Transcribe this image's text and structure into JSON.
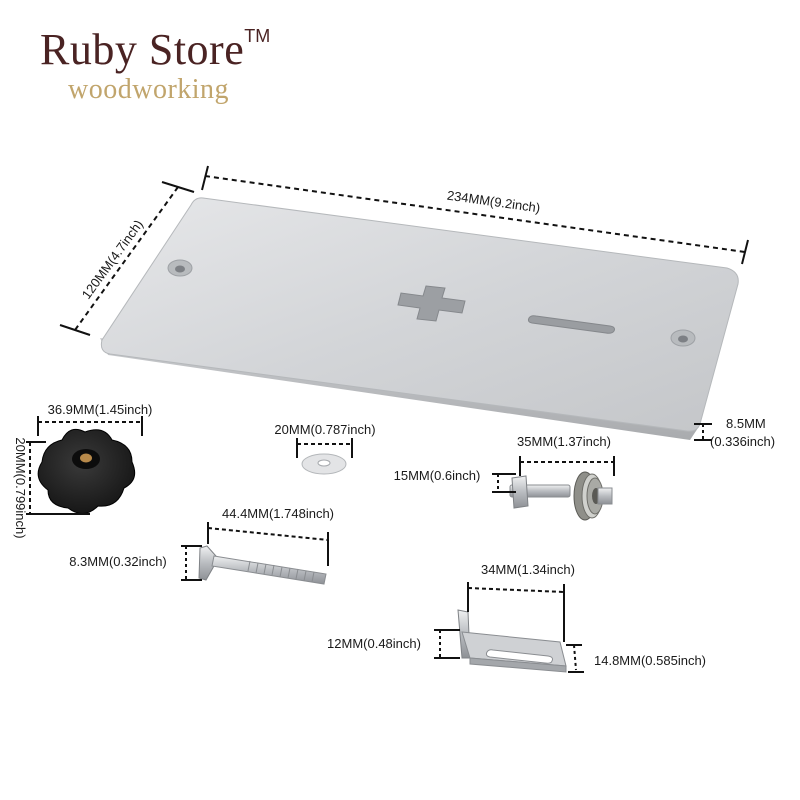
{
  "brand": {
    "name": "Ruby Store",
    "tm": "TM",
    "tagline": "woodworking"
  },
  "dimensions": {
    "plate_length": "234MM(9.2inch)",
    "plate_width": "120MM(4.7inch)",
    "plate_thickness_mm": "8.5MM",
    "plate_thickness_in": "(0.336inch)",
    "knob_width": "36.9MM(1.45inch)",
    "knob_height": "20MM(0.799inch)",
    "washer_diameter": "20MM(0.787inch)",
    "bearing_length": "35MM(1.37inch)",
    "bearing_bolt_diameter": "15MM(0.6inch)",
    "screw_length": "44.4MM(1.748inch)",
    "screw_head": "8.3MM(0.32inch)",
    "bracket_length": "34MM(1.34inch)",
    "bracket_height": "12MM(0.48inch)",
    "bracket_width": "14.8MM(0.585inch)"
  },
  "colors": {
    "brand": "#4a2323",
    "tagline": "#c1a56c",
    "plate": "#d2d4d6",
    "knob": "#1e1e1e"
  }
}
